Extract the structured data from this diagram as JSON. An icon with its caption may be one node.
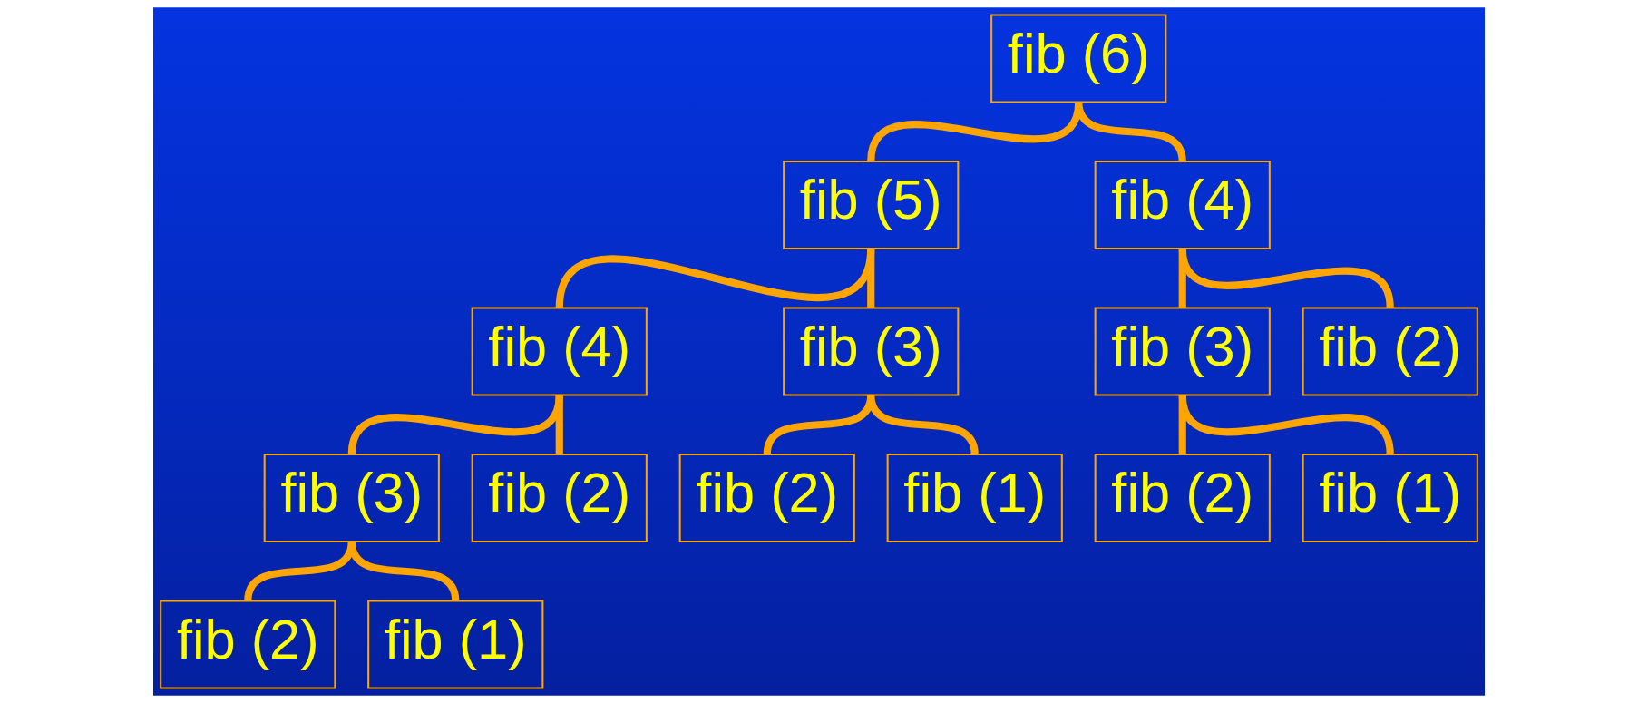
{
  "diagram": {
    "nodes": [
      {
        "text": [
          "fib (6)"
        ]
      },
      {
        "text": [
          "fib (5)"
        ]
      },
      {
        "text": [
          "fib (4)"
        ]
      },
      {
        "text": [
          "fib (4)"
        ]
      },
      {
        "text": [
          "fib (3)"
        ]
      },
      {
        "text": [
          "fib (3)"
        ]
      },
      {
        "text": [
          "fib (2)"
        ]
      },
      {
        "text": [
          "fib (3)"
        ]
      },
      {
        "text": [
          "fib (2)"
        ]
      },
      {
        "text": [
          "fib (2)"
        ]
      },
      {
        "text": [
          "fib (1)"
        ]
      },
      {
        "text": [
          "fib (2)"
        ]
      },
      {
        "text": [
          "fib (1)"
        ]
      },
      {
        "text": [
          "fib (2)"
        ]
      },
      {
        "text": [
          "fib (1)"
        ]
      }
    ],
    "edges": [
      {
        "from": 0,
        "to": 1,
        "arrow": "none"
      },
      {
        "from": 0,
        "to": 2,
        "arrow": "none"
      },
      {
        "from": 1,
        "to": 3,
        "arrow": "none"
      },
      {
        "from": 1,
        "to": 4,
        "arrow": "none"
      },
      {
        "from": 2,
        "to": 5,
        "arrow": "none"
      },
      {
        "from": 2,
        "to": 6,
        "arrow": "none"
      },
      {
        "from": 3,
        "to": 7,
        "arrow": "none"
      },
      {
        "from": 3,
        "to": 8,
        "arrow": "none"
      },
      {
        "from": 4,
        "to": 9,
        "arrow": "none"
      },
      {
        "from": 4,
        "to": 10,
        "arrow": "none"
      },
      {
        "from": 5,
        "to": 11,
        "arrow": "none"
      },
      {
        "from": 5,
        "to": 12,
        "arrow": "none"
      },
      {
        "from": 7,
        "to": 13,
        "arrow": "none"
      },
      {
        "from": 7,
        "to": 14,
        "arrow": "none"
      }
    ]
  }
}
